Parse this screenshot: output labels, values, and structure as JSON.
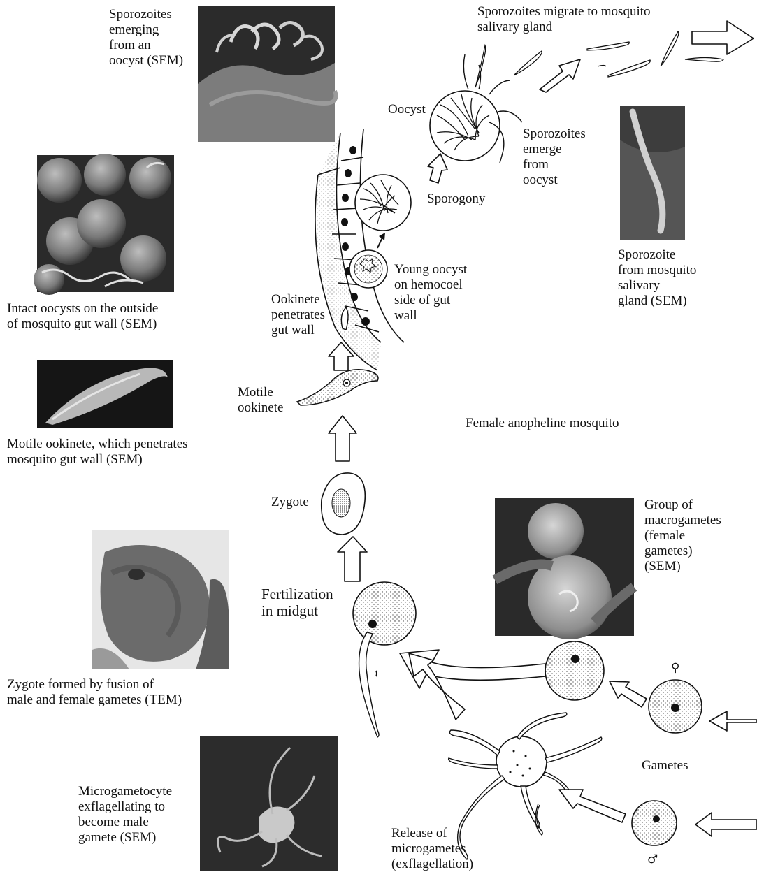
{
  "labels": {
    "sporozoites_emerging": "Sporozoites\nemerging\nfrom an\noocyst (SEM)",
    "sporozoites_migrate": "Sporozoites migrate to mosquito\nsalivary gland",
    "oocyst": "Oocyst",
    "sporozoites_emerge": "Sporozoites\nemerge\nfrom\noocyst",
    "sporogony": "Sporogony",
    "sporozoite_gland": "Sporozoite\nfrom mosquito\nsalivary\ngland (SEM)",
    "young_oocyst": "Young oocyst\non hemocoel\nside of gut\nwall",
    "ookinete_penetrates": "Ookinete\npenetrates\ngut wall",
    "intact_oocysts": "Intact oocysts on the outside\nof mosquito gut wall (SEM)",
    "motile_ookinete": "Motile\nookinete",
    "motile_ookinete_sem": "Motile ookinete, which penetrates\nmosquito gut wall (SEM)",
    "female_mosquito": "Female anopheline mosquito",
    "zygote": "Zygote",
    "macrogametes": "Group of\nmacrogametes\n(female\ngametes)\n(SEM)",
    "fertilization": "Fertilization\nin midgut",
    "zygote_tem": "Zygote formed by fusion of\nmale and female gametes (TEM)",
    "female_symbol": "♀",
    "gametes": "Gametes",
    "microgametocyte": "Microgametocyte\nexflagellating to\nbecome male\ngamete (SEM)",
    "release": "Release of\nmicrogametes\n(exflagellation)",
    "male_symbol": "♂"
  },
  "colors": {
    "ink": "#111111",
    "photo_dark": "#3a3a3a",
    "photo_mid": "#8a8a8a",
    "photo_light": "#c8c8c8"
  }
}
